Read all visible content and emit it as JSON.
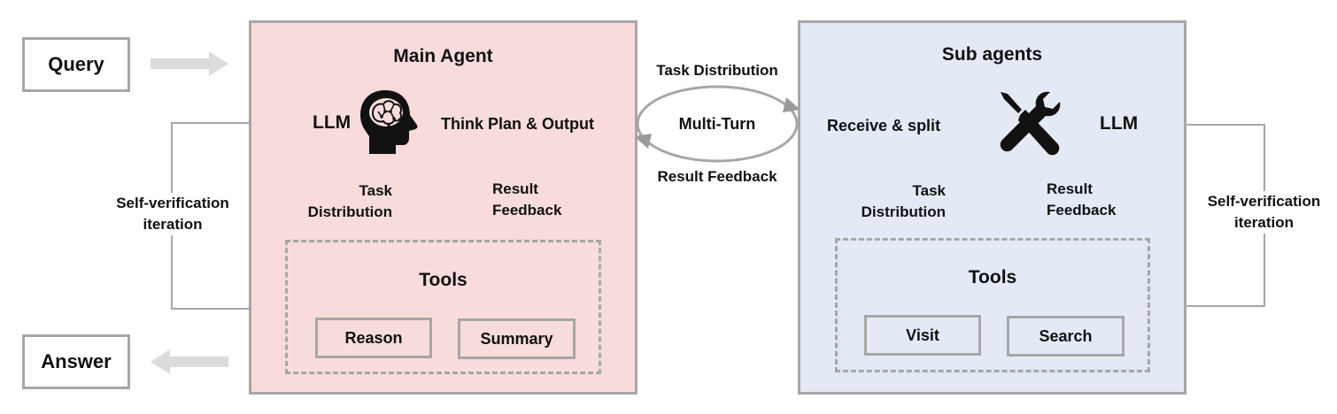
{
  "query_label": "Query",
  "answer_label": "Answer",
  "main_agent": {
    "title": "Main Agent",
    "llm_label": "LLM",
    "think_label": "Think Plan & Output",
    "task_distribution": [
      "Task",
      "Distribution"
    ],
    "result_feedback": [
      "Result",
      "Feedback"
    ],
    "tools_title": "Tools",
    "tools": [
      "Reason",
      "Summary"
    ]
  },
  "sub_agents": {
    "title": "Sub agents",
    "receive_label": "Receive & split",
    "llm_label": "LLM",
    "task_distribution": [
      "Task",
      "Distribution"
    ],
    "result_feedback": [
      "Result",
      "Feedback"
    ],
    "tools_title": "Tools",
    "tools": [
      "Visit",
      "Search"
    ]
  },
  "link": {
    "top_label": "Task Distribution",
    "center_label": "Multi-Turn",
    "bottom_label": "Result Feedback"
  },
  "loop_left": [
    "Self-verification",
    "iteration"
  ],
  "loop_right": [
    "Self-verification",
    "iteration"
  ],
  "icons": {
    "main": "brain-head-icon",
    "sub": "tools-icon"
  },
  "colors": {
    "main_panel": "#f8dcdc",
    "sub_panel": "#e3e9f5",
    "border": "#a6a6a6"
  }
}
